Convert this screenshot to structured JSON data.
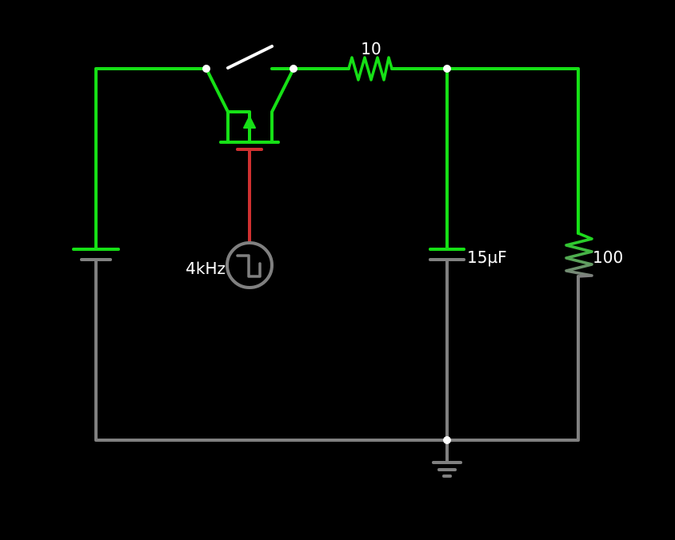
{
  "circuit": {
    "colors": {
      "background": "#000000",
      "live_wire": "#16e016",
      "ground_wire": "#808080",
      "gate_wire": "#d03030",
      "switch_blade": "#ffffff",
      "node_dot": "#ffffff",
      "resistor_gradient_mid": "#6a9a6a"
    },
    "labels": {
      "top_resistor": "10",
      "capacitor": "15µF",
      "load_resistor": "100",
      "square_source": "4kHz"
    },
    "components": [
      {
        "kind": "battery",
        "icon": "battery-icon"
      },
      {
        "kind": "switch",
        "state": "open",
        "icon": "switch-icon"
      },
      {
        "kind": "mosfet",
        "type": "n-channel",
        "icon": "mosfet-icon"
      },
      {
        "kind": "square-wave-source",
        "icon": "square-wave-source-icon"
      },
      {
        "kind": "resistor",
        "icon": "resistor-icon"
      },
      {
        "kind": "capacitor",
        "icon": "capacitor-icon"
      },
      {
        "kind": "resistor",
        "icon": "resistor-icon"
      },
      {
        "kind": "ground",
        "icon": "ground-icon"
      }
    ]
  }
}
